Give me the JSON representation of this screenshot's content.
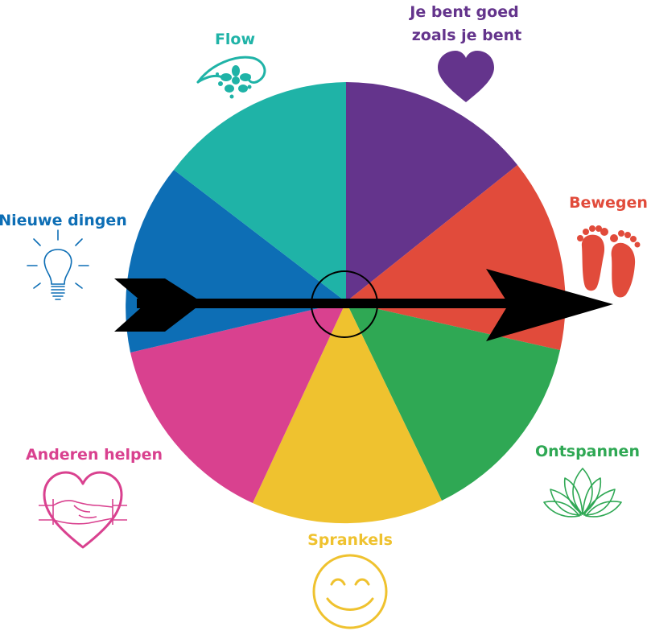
{
  "wheel": {
    "segments": [
      {
        "id": "je-bent-goed",
        "lines": [
          "Je bent goed",
          "zoals je bent"
        ],
        "color": "#64348c",
        "icon": "heart-icon"
      },
      {
        "id": "bewegen",
        "lines": [
          "Bewegen"
        ],
        "color": "#e14b3b",
        "icon": "footprints-icon"
      },
      {
        "id": "ontspannen",
        "lines": [
          "Ontspannen"
        ],
        "color": "#2fa854",
        "icon": "lotus-icon"
      },
      {
        "id": "sprankels",
        "lines": [
          "Sprankels"
        ],
        "color": "#efc22f",
        "icon": "smiley-icon"
      },
      {
        "id": "anderen-helpen",
        "lines": [
          "Anderen helpen"
        ],
        "color": "#d9418f",
        "icon": "heart-handshake-icon"
      },
      {
        "id": "nieuwe-dingen",
        "lines": [
          "Nieuwe dingen"
        ],
        "color": "#0d6eb5",
        "icon": "lightbulb-icon"
      },
      {
        "id": "flow",
        "lines": [
          "Flow"
        ],
        "color": "#1fb3a7",
        "icon": "flow-flower-icon"
      }
    ],
    "pointer": {
      "icon": "arrow-icon",
      "color": "#000000"
    }
  }
}
